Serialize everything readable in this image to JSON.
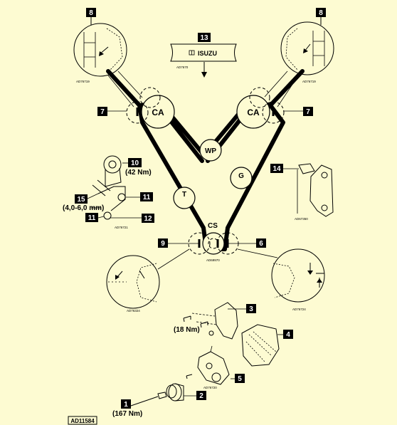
{
  "callouts": {
    "c1": "1",
    "c2": "2",
    "c3": "3",
    "c4": "4",
    "c5": "5",
    "c6": "6",
    "c7a": "7",
    "c7b": "7",
    "c8a": "8",
    "c8b": "8",
    "c9": "9",
    "c10": "10",
    "c11a": "11",
    "c11b": "11",
    "c12": "12",
    "c13": "13",
    "c14": "14",
    "c15": "15"
  },
  "pulleys": {
    "ca_left": "CA",
    "ca_right": "CA",
    "wp": "WP",
    "cs": "CS",
    "g": "G",
    "t": "T"
  },
  "torques": {
    "t10": "(42 Nm)",
    "t15": "(4,0-6,0 mm)",
    "t3": "(18 Nm)",
    "t1": "(167 Nm)"
  },
  "brand": "ISUZU",
  "refs": {
    "r1": "AD76719",
    "r2": "AD76719",
    "r3": "AD76721",
    "r4": "AD7670",
    "r5": "AD69970",
    "r6": "AD67350",
    "r7": "AD76324",
    "r8": "AD76724",
    "r9": "AD76720"
  },
  "figure_id": "AD11584",
  "colors": {
    "background": "#fdfbd2",
    "ink": "#000000"
  }
}
